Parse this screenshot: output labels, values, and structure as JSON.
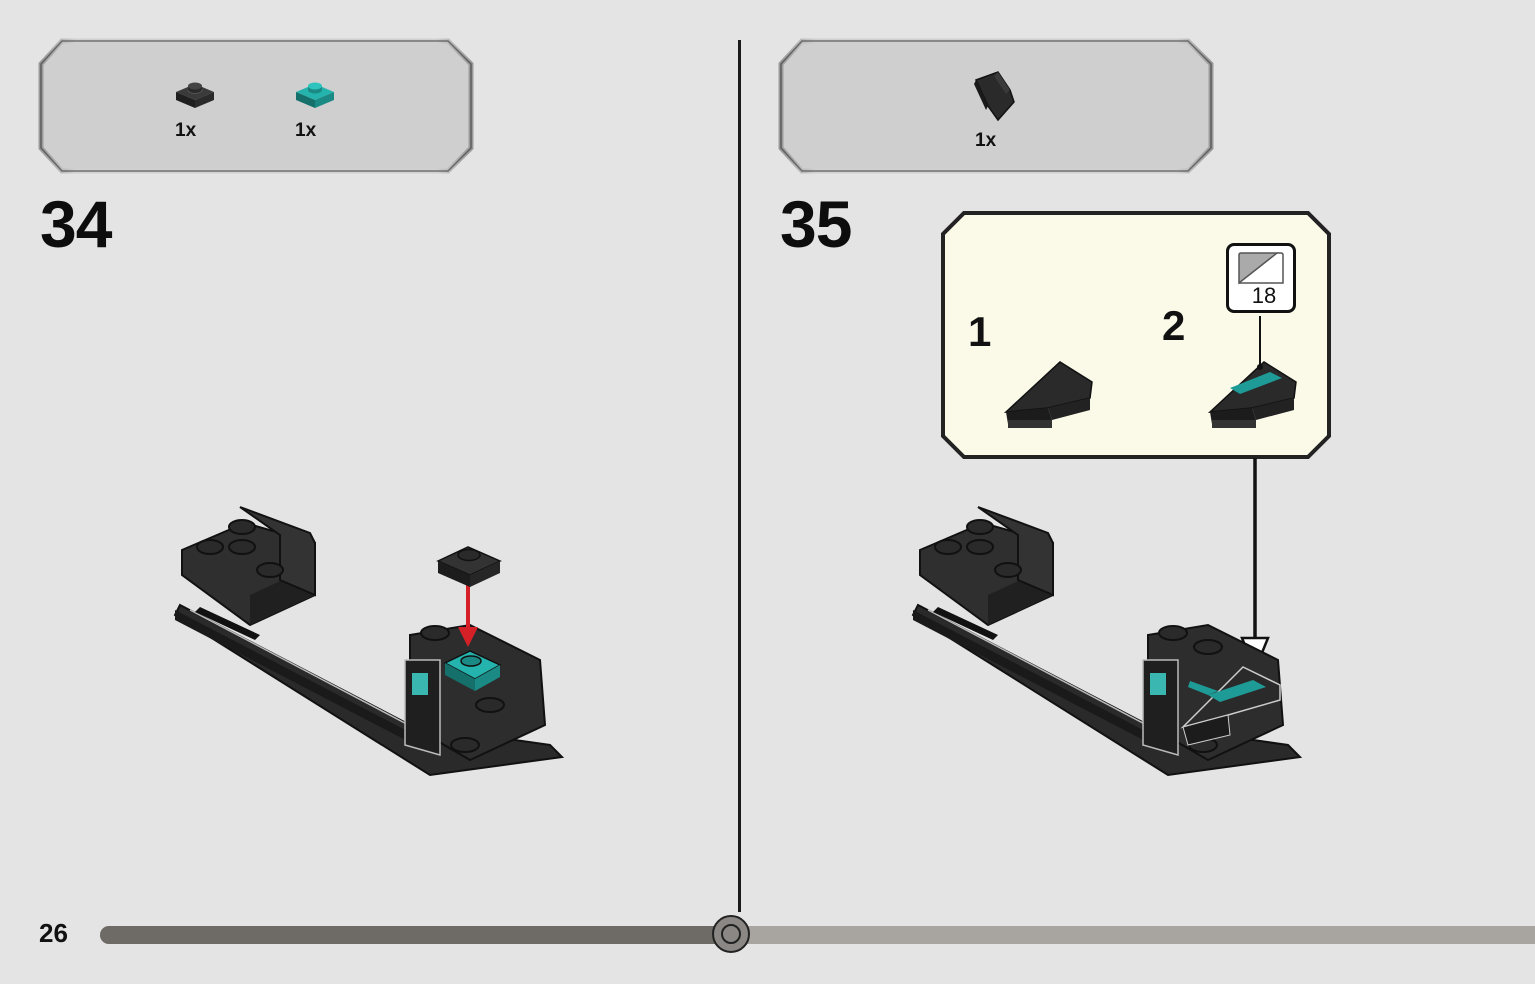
{
  "page": {
    "number": "26"
  },
  "progress": {
    "fraction": 0.44
  },
  "steps": [
    {
      "number": "34",
      "parts": [
        {
          "qty": "1x",
          "icon": "black-plate-1x1-icon",
          "color": "#2b2b2b"
        },
        {
          "qty": "1x",
          "icon": "teal-plate-1x1-icon",
          "color": "#1e9b96"
        }
      ]
    },
    {
      "number": "35",
      "parts": [
        {
          "qty": "1x",
          "icon": "black-wedge-slope-icon",
          "color": "#2b2b2b"
        }
      ],
      "callout": {
        "substeps": [
          "1",
          "2"
        ],
        "sticker": "18"
      }
    }
  ],
  "colors": {
    "page_bg": "#e4e4e4",
    "callout_bg": "#fbf9e8",
    "teal": "#1e9b96",
    "arrow_red": "#d62027"
  }
}
